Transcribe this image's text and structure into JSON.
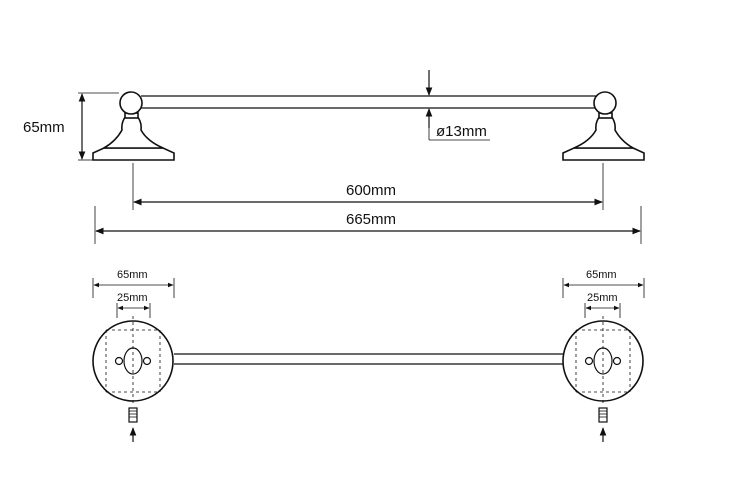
{
  "labels": {
    "height": "65mm",
    "diameter": "ø13mm",
    "center_distance": "600mm",
    "overall_length": "665mm",
    "left_base_width": "65mm",
    "left_hole_spacing": "25mm",
    "right_base_width": "65mm",
    "right_hole_spacing": "25mm"
  }
}
